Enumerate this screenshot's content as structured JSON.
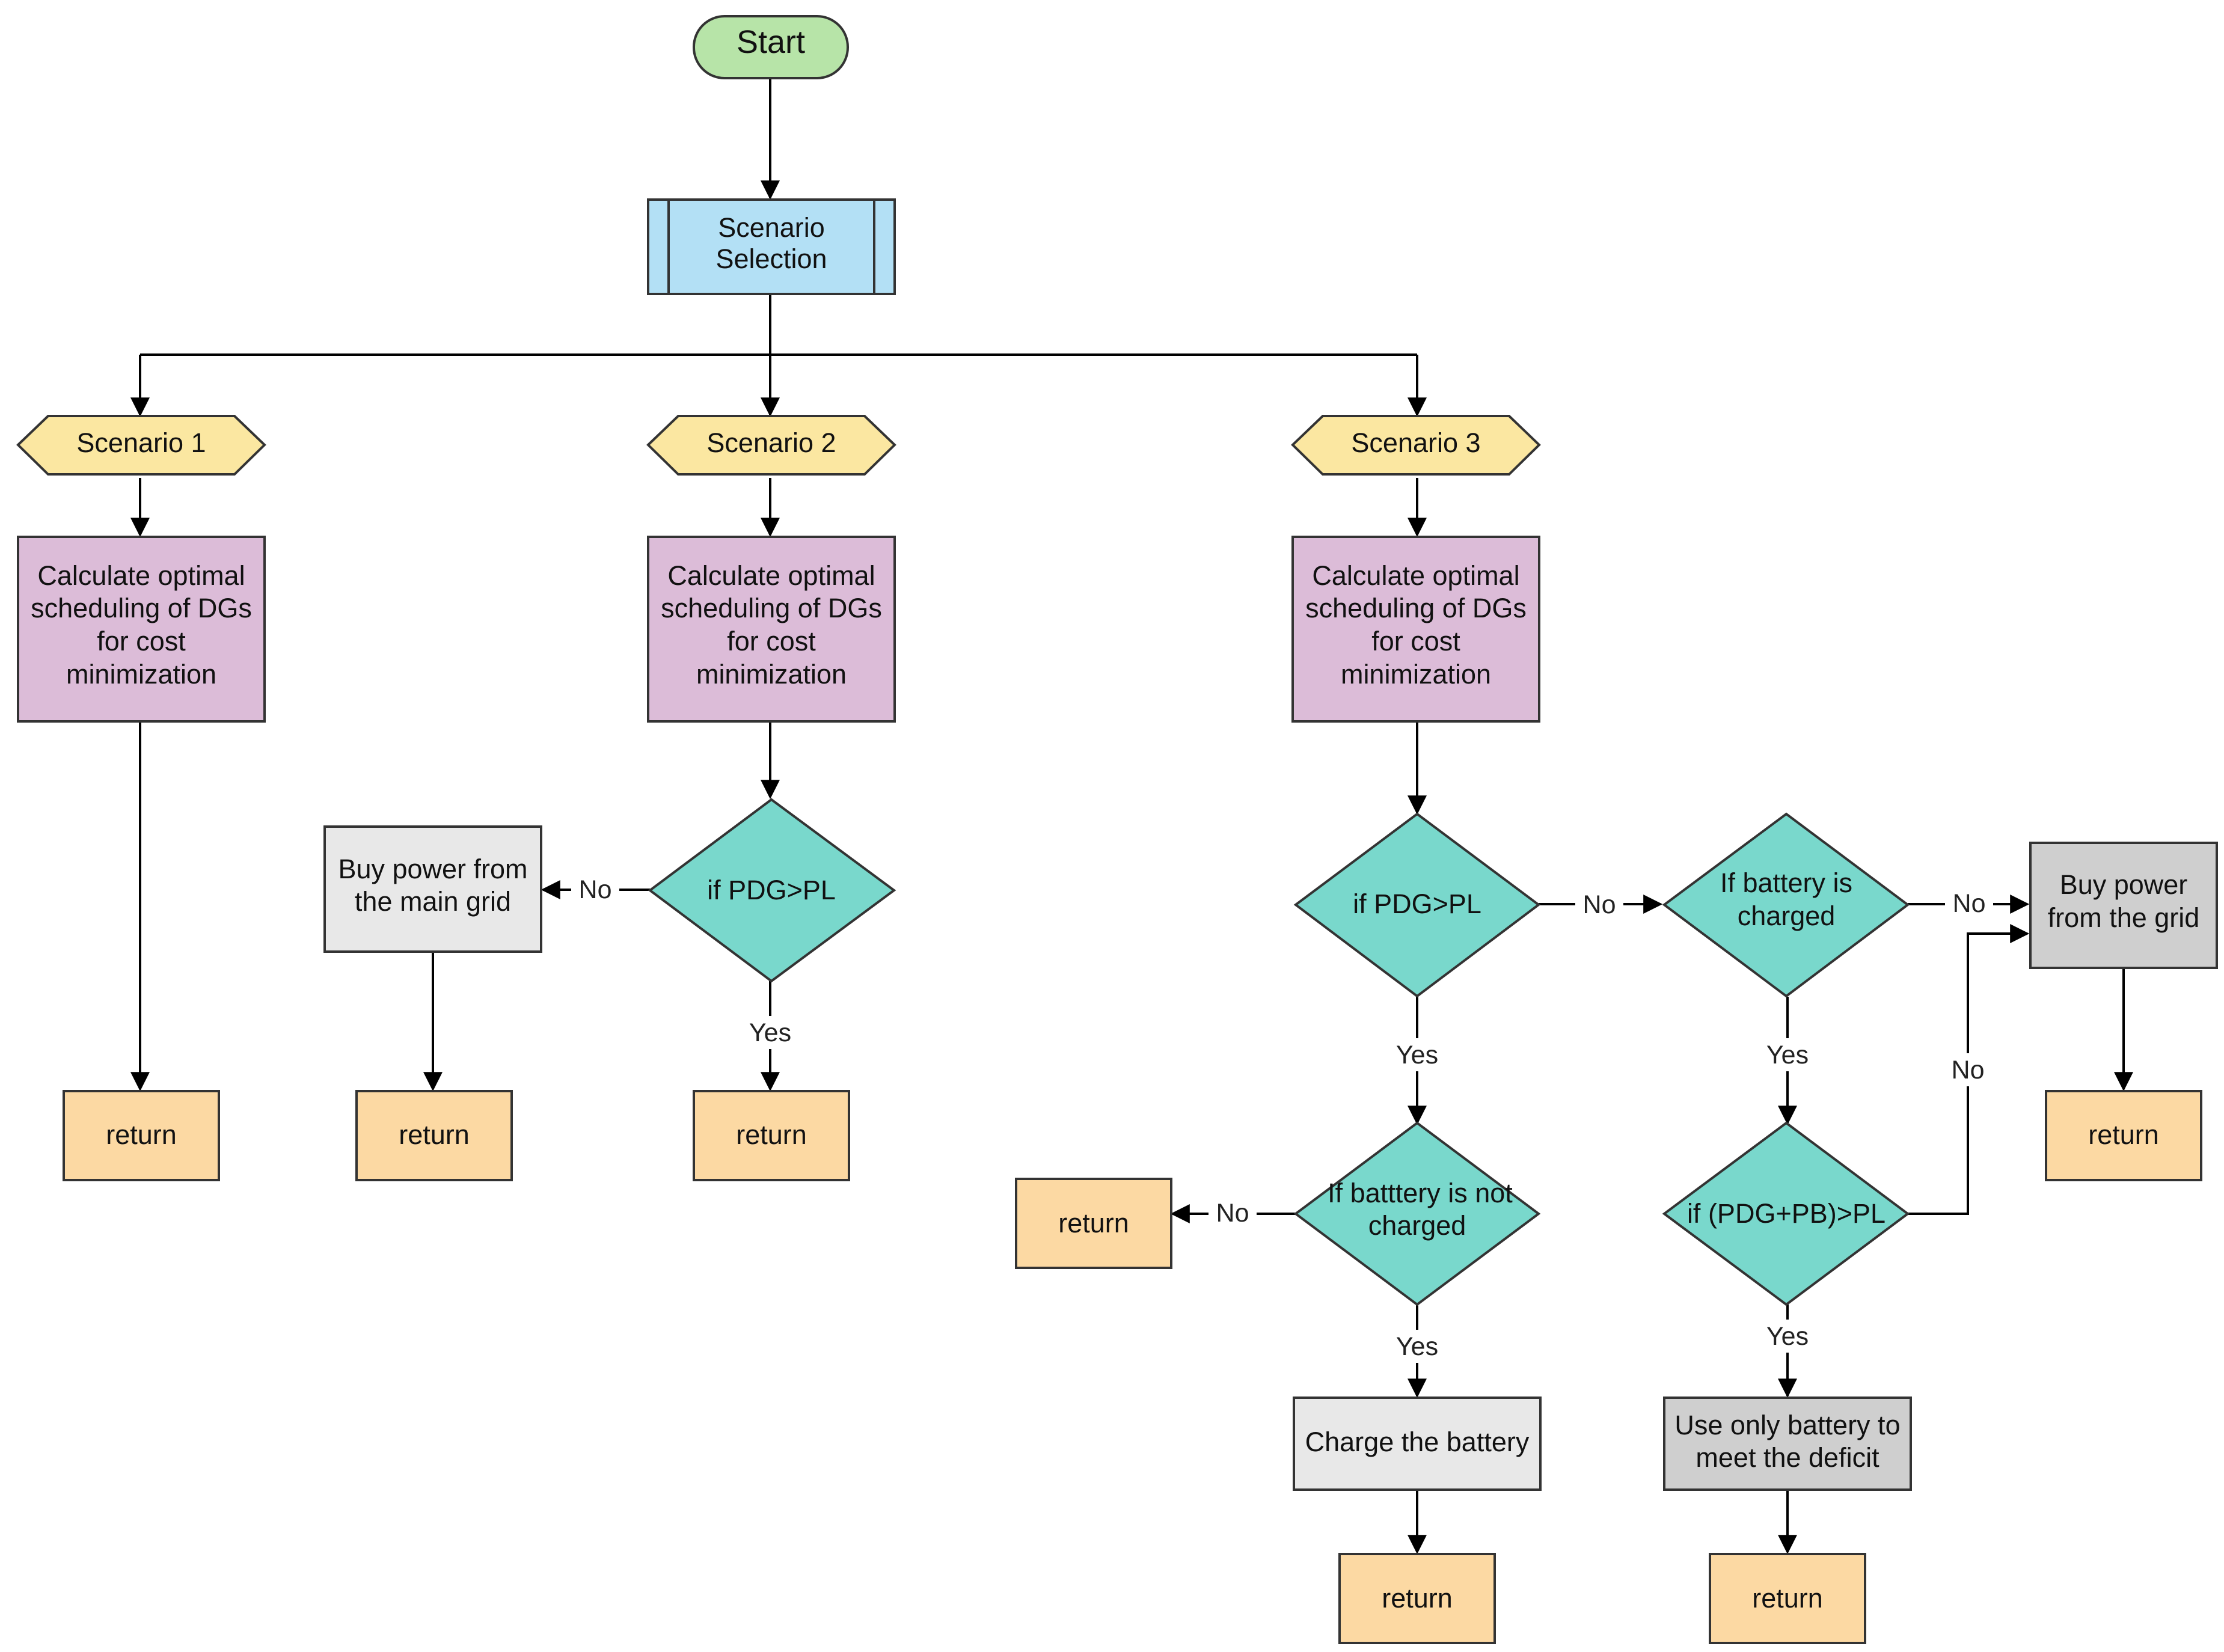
{
  "colors": {
    "terminator": "#b7e4a8",
    "subprocess": "#b3e0f5",
    "preparation": "#fbe7a1",
    "process": "#dcbcd8",
    "decision": "#79d8cc",
    "return": "#fcd9a3",
    "light_gray": "#e8e8e8",
    "gray": "#cfcfcf",
    "line": "#000000"
  },
  "nodes": {
    "start": "Start",
    "scenario_selection": [
      "Scenario",
      "Selection"
    ],
    "scenario1": "Scenario 1",
    "scenario2": "Scenario 2",
    "scenario3": "Scenario 3",
    "calc1": [
      "Calculate optimal",
      "scheduling of DGs",
      "for cost",
      "minimization"
    ],
    "calc2": [
      "Calculate optimal",
      "scheduling of DGs",
      "for cost",
      "minimization"
    ],
    "calc3": [
      "Calculate optimal",
      "scheduling of DGs",
      "for cost",
      "minimization"
    ],
    "return_s1": "return",
    "buy_main_grid": [
      "Buy power from",
      "the main grid"
    ],
    "return_buy_main": "return",
    "decision_s2": "if PDG>PL",
    "return_s2_yes": "return",
    "decision_s3": "if PDG>PL",
    "decision_battery_charged": [
      "If battery is",
      "charged"
    ],
    "buy_grid": [
      "Buy power",
      "from the grid"
    ],
    "return_buy_grid": "return",
    "decision_battery_not_charged": [
      "If batttery is not",
      "charged"
    ],
    "return_not_charged_no": "return",
    "decision_pdg_pb": "if (PDG+PB)>PL",
    "charge_battery": "Charge the battery",
    "use_battery": [
      "Use only battery to",
      "meet the deficit"
    ],
    "return_charge": "return",
    "return_use_battery": "return"
  },
  "edge_labels": {
    "s2_no": "No",
    "s2_yes": "Yes",
    "s3_no": "No",
    "s3_yes": "Yes",
    "charged_no": "No",
    "charged_yes": "Yes",
    "not_charged_no": "No",
    "not_charged_yes": "Yes",
    "pdg_pb_no": "No",
    "pdg_pb_yes": "Yes"
  }
}
